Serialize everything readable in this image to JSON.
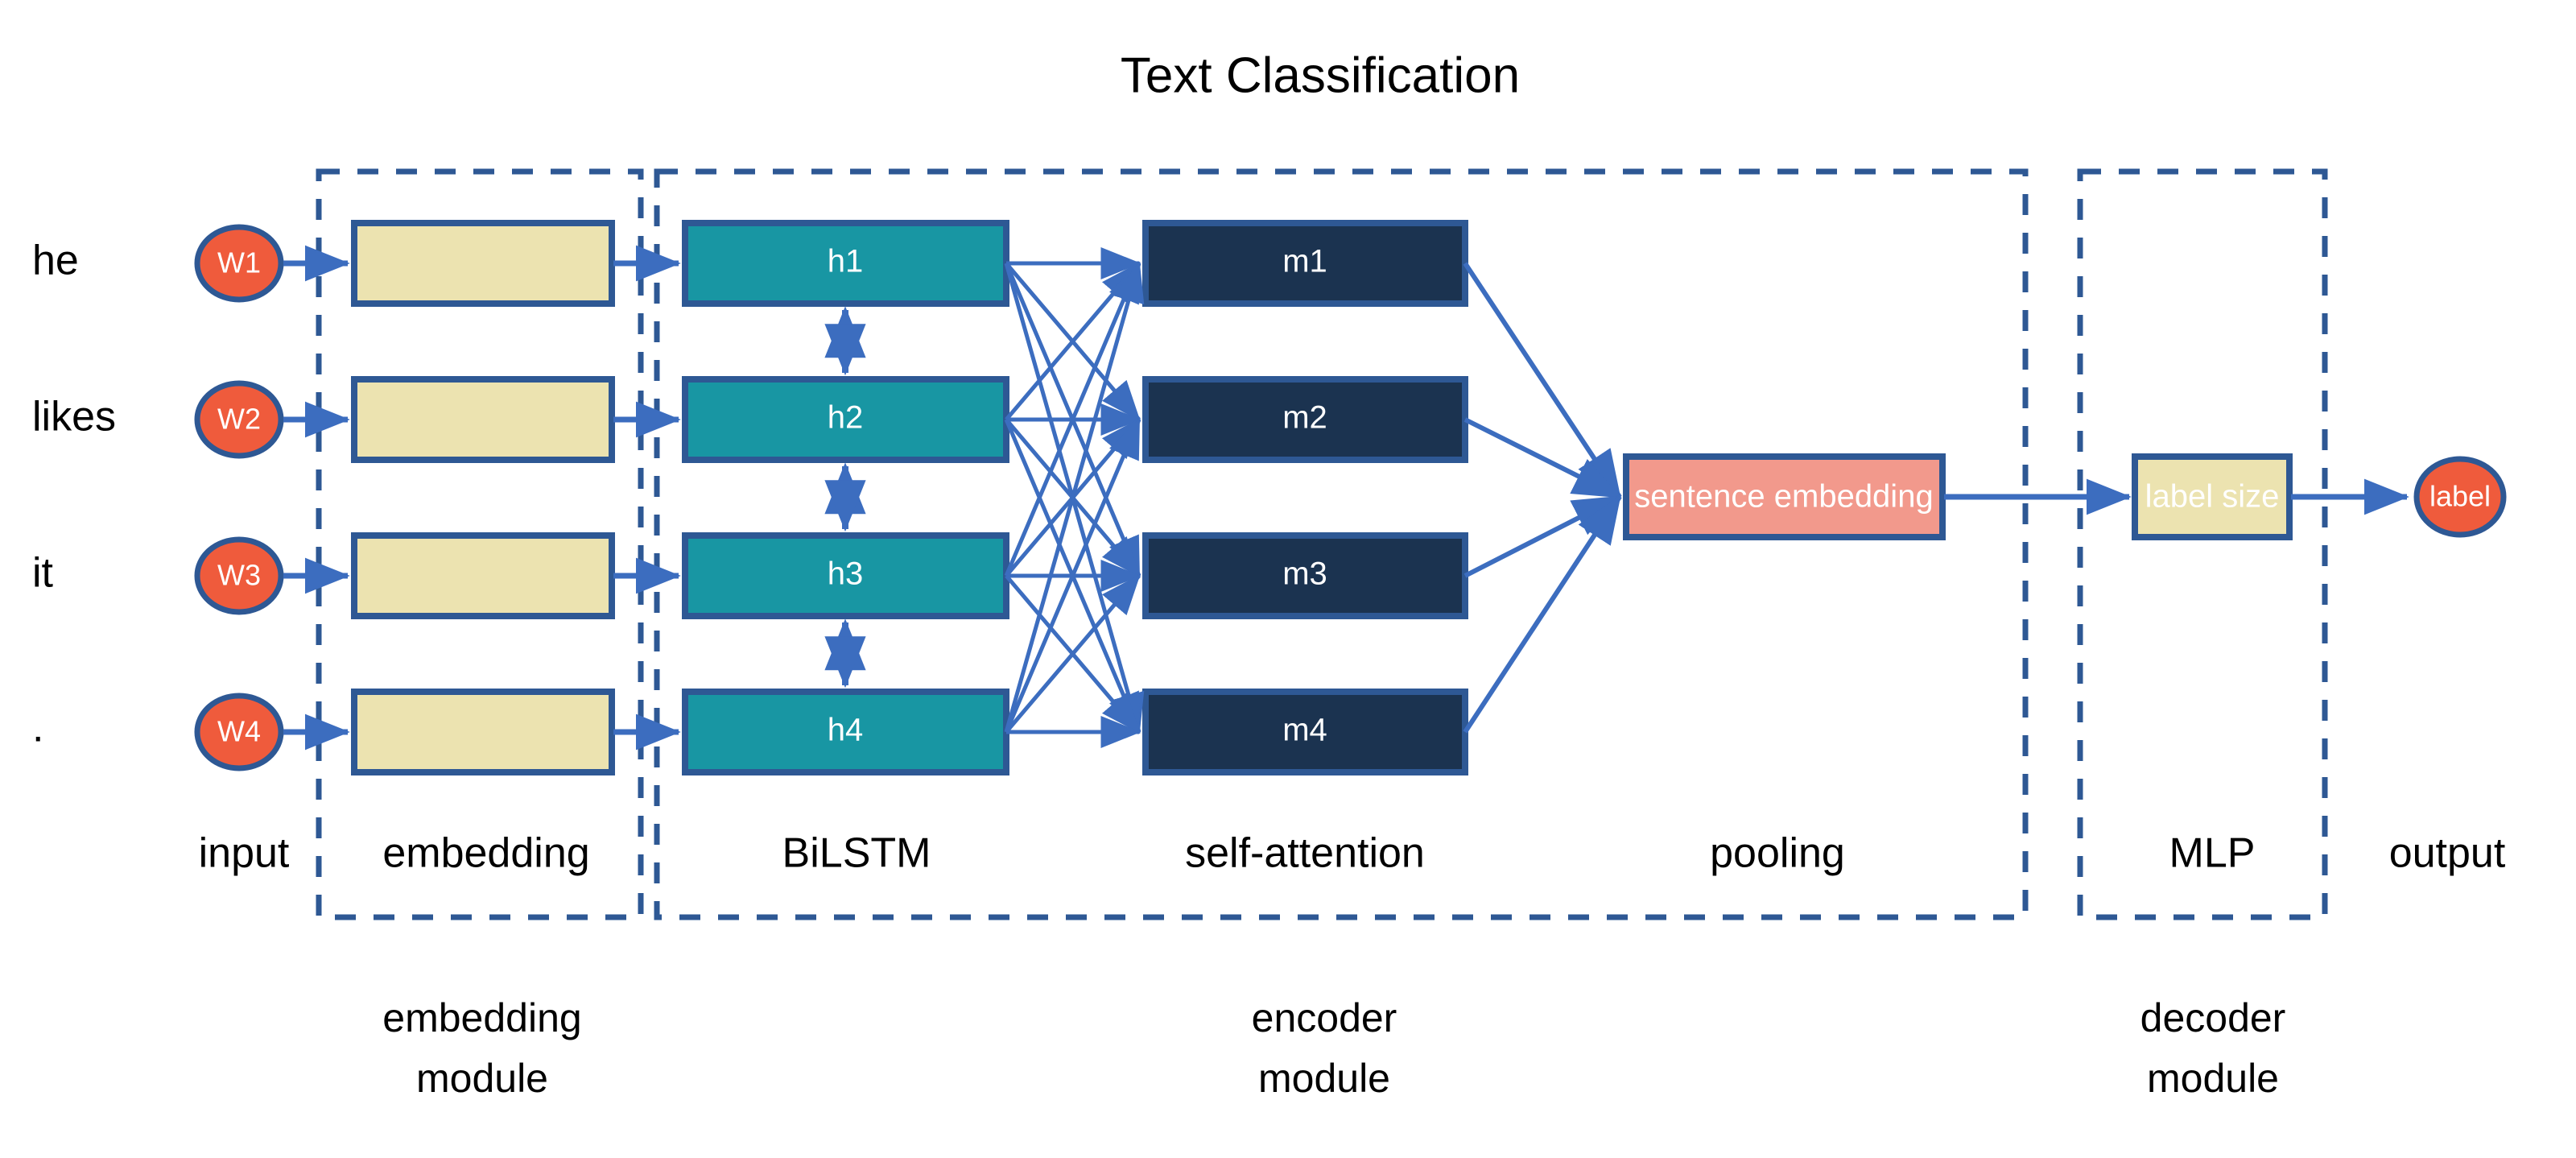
{
  "title": "Text Classification",
  "colors": {
    "border_blue": "#2E5894",
    "arrow_blue": "#3C6DBF",
    "dash_blue": "#2E5894",
    "word_node_fill": "#EF5B3C",
    "embedding_fill": "#ECE3B0",
    "bilstm_fill": "#1896A3",
    "attention_fill": "#1B3350",
    "pooling_fill": "#F2998C",
    "text_black": "#000000",
    "text_white": "#ffffff",
    "background": "#ffffff"
  },
  "input": {
    "words": [
      "he",
      "likes",
      "it",
      "."
    ],
    "tokens": [
      "W1",
      "W2",
      "W3",
      "W4"
    ]
  },
  "embedding": {
    "boxes": [
      "",
      "",
      "",
      ""
    ]
  },
  "bilstm": {
    "boxes": [
      "h1",
      "h2",
      "h3",
      "h4"
    ]
  },
  "self_attention": {
    "boxes": [
      "m1",
      "m2",
      "m3",
      "m4"
    ]
  },
  "pooling": {
    "box_label": "sentence embedding"
  },
  "mlp": {
    "box_label": "label size"
  },
  "output": {
    "node_label": "label"
  },
  "stage_labels": {
    "input": "input",
    "embedding": "embedding",
    "bilstm": "BiLSTM",
    "self_attention": "self-attention",
    "pooling": "pooling",
    "mlp": "MLP",
    "output": "output"
  },
  "module_labels": {
    "embedding_line1": "embedding",
    "embedding_line2": "module",
    "encoder_line1": "encoder",
    "encoder_line2": "module",
    "decoder_line1": "decoder",
    "decoder_line2": "module"
  }
}
